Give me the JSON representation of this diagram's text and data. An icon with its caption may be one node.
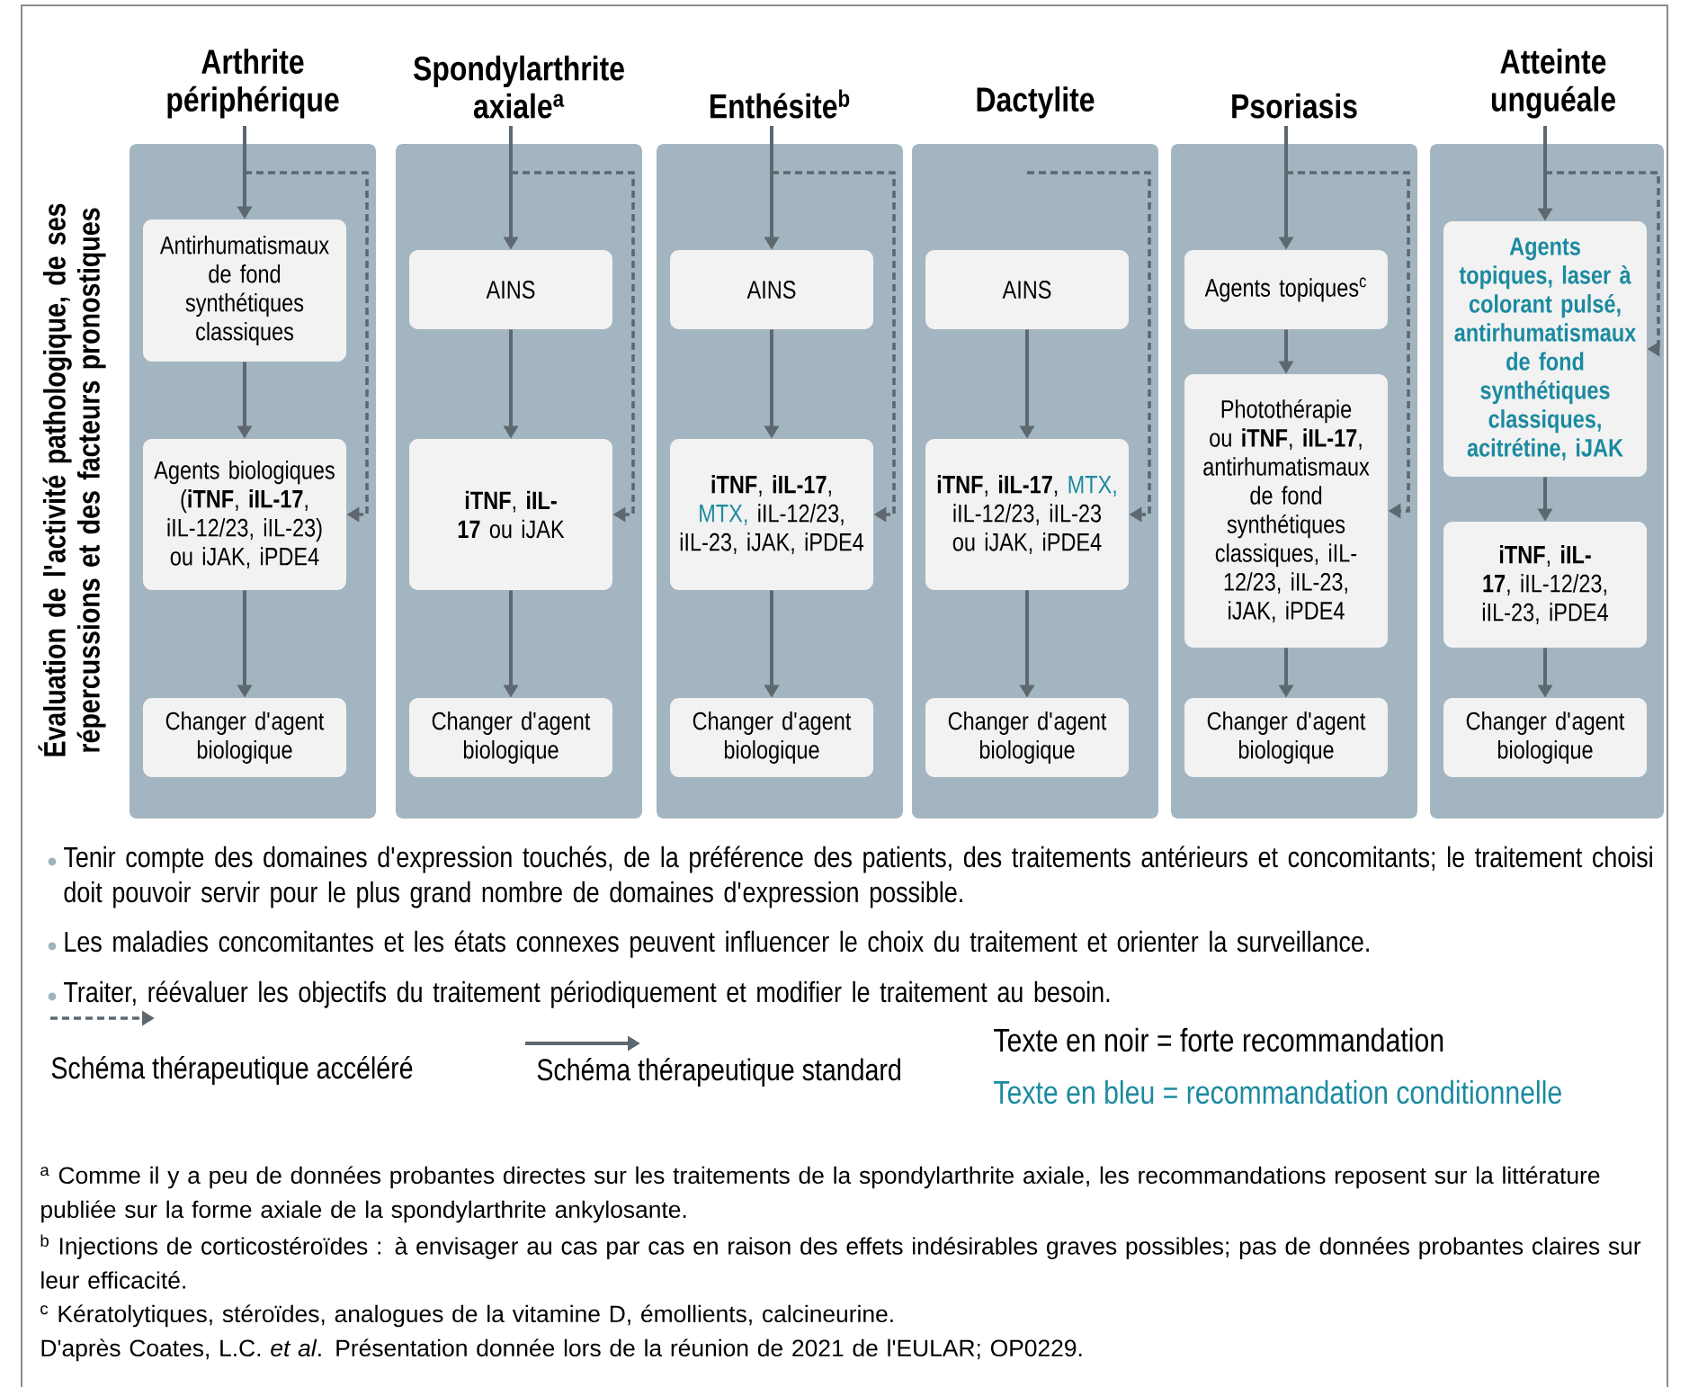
{
  "diagram": {
    "nodes": [
      {
        "text": [
          "Arthrite périphérique"
        ]
      },
      {
        "text": [
          "Antirhumatismaux de fond synthétiques classiques"
        ],
        "in": 0
      },
      {
        "text": [
          "Agents biologiques (**iTNF**, **iIL-17**, iIL-12/23, iIL-23) ou iJAK, iPDE4"
        ],
        "in": 0
      },
      {
        "text": [
          "Changer d'agent biologique"
        ],
        "in": 0
      },
      {
        "text": [
          "Spondylarthrite axiale$^{a}$"
        ]
      },
      {
        "text": [
          "AINS"
        ],
        "in": 4
      },
      {
        "text": [
          "**iTNF**, **iIL-17** ou iJAK"
        ],
        "in": 4
      },
      {
        "text": [
          "Changer d'agent biologique"
        ],
        "in": 4
      },
      {
        "text": [
          "Enthésite$^{b}$"
        ]
      },
      {
        "text": [
          "AINS"
        ],
        "in": 8
      },
      {
        "text": [
          "**iTNF**, **iIL-17**,",
          "MTX,",
          "iIL-12/23, iIL-23, iJAK, iPDE4"
        ],
        "in": 8
      },
      {
        "text": [
          "Changer d'agent biologique"
        ],
        "in": 8
      },
      {
        "text": [
          "Dactylite"
        ]
      },
      {
        "text": [
          "AINS"
        ],
        "in": 12
      },
      {
        "text": [
          "**iTNF**, **iIL-17**,",
          "MTX,",
          "iIL-12/23, iIL-23 ou iJAK, iPDE4"
        ],
        "in": 12
      },
      {
        "text": [
          "Changer d'agent biologique"
        ],
        "in": 12
      },
      {
        "text": [
          "Psoriasis"
        ]
      },
      {
        "text": [
          "Agents topiques$^{c}$"
        ],
        "in": 16
      },
      {
        "text": [
          "Photothérapie ou **iTNF**, **iIL-17**, antirhumatismaux de fond synthétiques classiques, iIL-12/23, iIL-23, iJAK, iPDE4"
        ],
        "in": 16
      },
      {
        "text": [
          "Changer d'agent biologique"
        ],
        "in": 16
      },
      {
        "text": [
          "Atteinte unguéale"
        ]
      },
      {
        "text": [
          "Agents topiques, laser à colorant pulsé, antirhumatismaux de fond synthétiques classiques, acitrétine, iJAK"
        ],
        "in": 20
      },
      {
        "text": [
          "**iTNF**, **iIL-17**, iIL-12/23, iIL-23, iPDE4"
        ],
        "in": 20
      },
      {
        "text": [
          "Changer d'agent biologique"
        ],
        "in": 20
      }
    ],
    "edges": [
      {
        "from": null,
        "to": 1,
        "arrow": "to"
      },
      {
        "from": 1,
        "to": 2,
        "arrow": "to"
      },
      {
        "from": 2,
        "to": 3,
        "arrow": "to"
      },
      {
        "from": null,
        "to": 2,
        "arrow": "to",
        "style": "dashed"
      },
      {
        "from": null,
        "to": 5,
        "arrow": "to"
      },
      {
        "from": 5,
        "to": 6,
        "arrow": "to"
      },
      {
        "from": 6,
        "to": 7,
        "arrow": "to"
      },
      {
        "from": null,
        "to": 6,
        "arrow": "to",
        "style": "dashed"
      },
      {
        "from": null,
        "to": 9,
        "arrow": "to"
      },
      {
        "from": 9,
        "to": 10,
        "arrow": "to"
      },
      {
        "from": 10,
        "to": 11,
        "arrow": "to"
      },
      {
        "from": null,
        "to": 10,
        "arrow": "to",
        "style": "dashed"
      },
      {
        "from": 13,
        "to": 14,
        "arrow": "to"
      },
      {
        "from": 14,
        "to": 15,
        "arrow": "to"
      },
      {
        "from": null,
        "to": 14,
        "arrow": "to",
        "style": "dashed"
      },
      {
        "from": null,
        "to": 17,
        "arrow": "to"
      },
      {
        "from": 17,
        "to": 18,
        "arrow": "to"
      },
      {
        "from": 18,
        "to": 19,
        "arrow": "to"
      },
      {
        "from": null,
        "to": 18,
        "arrow": "to",
        "style": "dashed"
      },
      {
        "from": null,
        "to": 21,
        "arrow": "to"
      },
      {
        "from": 21,
        "to": 22,
        "arrow": "to"
      },
      {
        "from": 22,
        "to": 23,
        "arrow": "to"
      },
      {
        "from": null,
        "to": 21,
        "arrow": "to",
        "style": "dashed"
      }
    ],
    "labels": [
      "Évaluation de l'activité pathologique, de ses répercussions et des facteurs pronostiques",
      "Tenir compte des domaines d'expression touchés, de la préférence des patients, des traitements antérieurs et concomitants; le traitement choisi doit pouvoir servir pour le plus grand nombre de domaines d'expression possible.",
      "Les maladies concomitantes et les états connexes peuvent influencer le choix du traitement et orienter la surveillance.",
      "Traiter, réévaluer les objectifs du traitement périodiquement et modifier le traitement au besoin.",
      "Texte en noir = forte recommandation",
      "Texte en bleu = recommandation conditionnelle",
      "$^{a}$ Comme il y a peu de données probantes directes sur les traitements de la spondylarthrite axiale, les recommandations reposent sur la littérature publiée sur la forme axiale de la spondylarthrite ankylosante.",
      "$^{b}$ Injections de corticostéroïdes : à envisager au cas par cas en raison des effets indésirables graves possibles; pas de données probantes claires sur leur efficacité.",
      "$^{c}$ Kératolytiques, stéroïdes, analogues de la vitamine D, émollients, calcineurine.",
      "D'après Coates, L.C. *et al*. Présentation donnée lors de la réunion de 2021 de l'EULAR; OP0229."
    ],
    "legend": [
      {
        "text": "Schéma thérapeutique accéléré"
      },
      {
        "text": "Schéma thérapeutique standard"
      }
    ]
  }
}
